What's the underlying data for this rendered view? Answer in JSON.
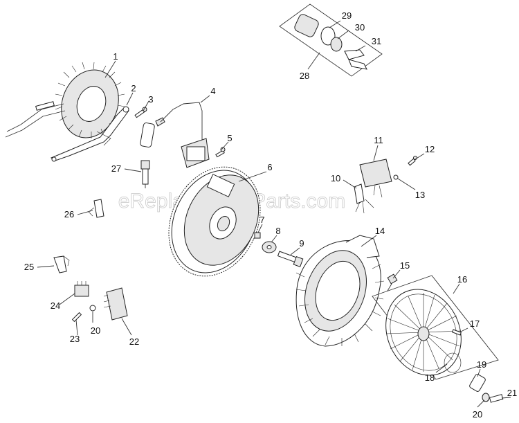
{
  "watermark": "eReplacementParts.com",
  "callouts": [
    {
      "id": "1",
      "label": "1"
    },
    {
      "id": "2",
      "label": "2"
    },
    {
      "id": "3",
      "label": "3"
    },
    {
      "id": "4",
      "label": "4"
    },
    {
      "id": "5",
      "label": "5"
    },
    {
      "id": "6",
      "label": "6"
    },
    {
      "id": "7",
      "label": "7"
    },
    {
      "id": "8",
      "label": "8"
    },
    {
      "id": "9",
      "label": "9"
    },
    {
      "id": "10",
      "label": "10"
    },
    {
      "id": "11",
      "label": "11"
    },
    {
      "id": "12",
      "label": "12"
    },
    {
      "id": "13",
      "label": "13"
    },
    {
      "id": "14",
      "label": "14"
    },
    {
      "id": "15",
      "label": "15"
    },
    {
      "id": "16",
      "label": "16"
    },
    {
      "id": "17",
      "label": "17"
    },
    {
      "id": "18",
      "label": "18"
    },
    {
      "id": "19",
      "label": "19"
    },
    {
      "id": "20a",
      "label": "20"
    },
    {
      "id": "20b",
      "label": "20"
    },
    {
      "id": "21",
      "label": "21"
    },
    {
      "id": "22",
      "label": "22"
    },
    {
      "id": "23",
      "label": "23"
    },
    {
      "id": "24",
      "label": "24"
    },
    {
      "id": "25",
      "label": "25"
    },
    {
      "id": "26",
      "label": "26"
    },
    {
      "id": "27",
      "label": "27"
    },
    {
      "id": "28",
      "label": "28"
    },
    {
      "id": "29",
      "label": "29"
    },
    {
      "id": "30",
      "label": "30"
    },
    {
      "id": "31",
      "label": "31"
    }
  ]
}
